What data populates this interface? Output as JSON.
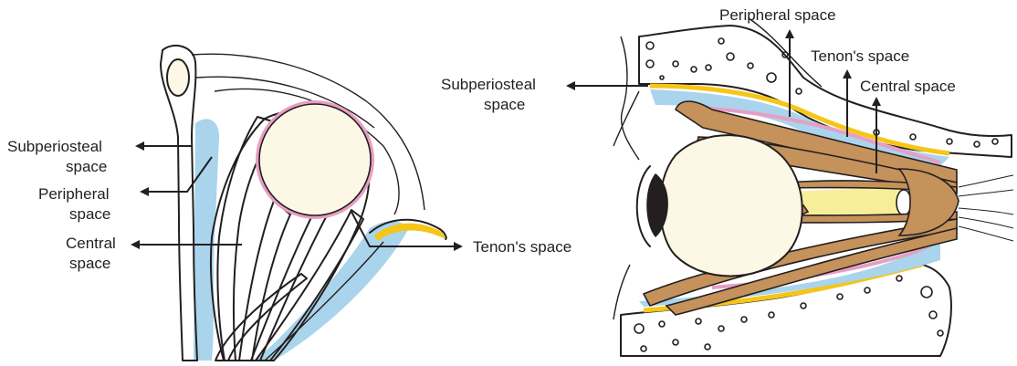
{
  "colors": {
    "bone": "#f5c518",
    "muscle": "#c4925a",
    "muscle_dark": "#a8763e",
    "fat": "#e3e9b3",
    "globe": "#fdf8e6",
    "tenon": "#e79ec4",
    "subperiosteal": "#a9d4ec",
    "nerve": "#f8ee9a",
    "ink": "#231f20"
  },
  "left_diagram": {
    "labels": {
      "subperiosteal": [
        "Subperiosteal",
        "space"
      ],
      "peripheral": [
        "Peripheral",
        "space"
      ],
      "central": [
        "Central",
        "space"
      ],
      "tenon": "Tenon's space"
    }
  },
  "right_diagram": {
    "labels": {
      "subperiosteal": [
        "Subperiosteal",
        "space"
      ],
      "peripheral": "Peripheral space",
      "tenon": "Tenon's space",
      "central": "Central space"
    }
  }
}
